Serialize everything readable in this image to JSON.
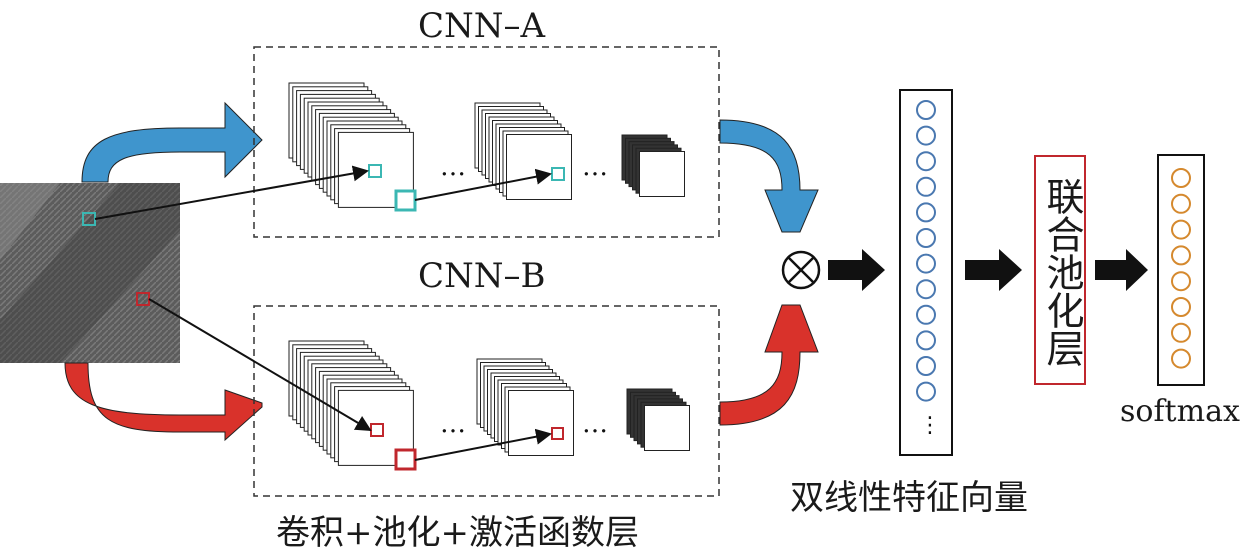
{
  "branches": {
    "top": {
      "title": "CNN–A",
      "color": "#3f95cd"
    },
    "bottom": {
      "title": "CNN–B",
      "color": "#d9322b"
    }
  },
  "captions": {
    "layers": "卷积+池化+激活函数层",
    "bilinear_vector": "双线性特征向量",
    "pooling": "联合池化层",
    "softmax": "softmax"
  },
  "glyphs": {
    "ellipsis": "…",
    "vertical_ellipsis": "⋮"
  },
  "colors": {
    "top_marker": "#3bb7b3",
    "bottom_marker": "#c0272d",
    "vector_circle": "#4a78b0",
    "softmax_circle": "#d5892e"
  }
}
